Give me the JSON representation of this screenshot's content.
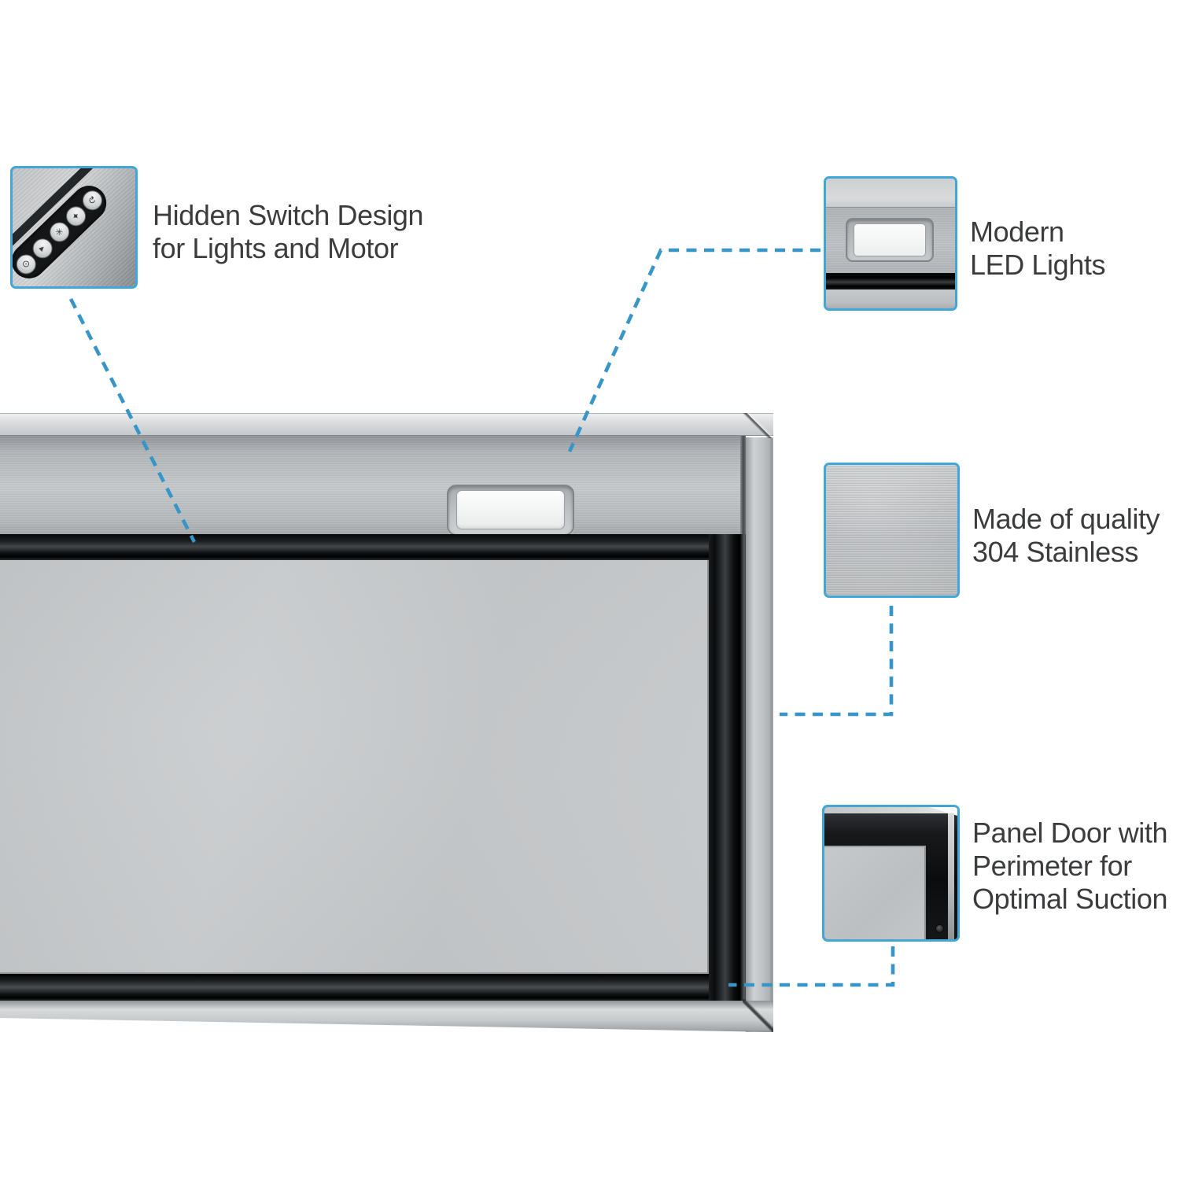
{
  "colors": {
    "page_bg": "#ffffff",
    "accent_line": "#3795c8",
    "inset_border": "#41a7d8",
    "text": "#3b3c3e",
    "stainless_light": "#d6d8d9",
    "stainless_mid": "#bcbfc2",
    "panel_gray": "#c6c9cb",
    "groove_dark": "#101214",
    "lens_white": "#f6f7f6"
  },
  "callouts": [
    {
      "id": "hidden-switch",
      "lines": [
        "Hidden Switch Design",
        "for Lights and Motor"
      ]
    },
    {
      "id": "modern-led",
      "lines": [
        "Modern",
        "LED Lights"
      ]
    },
    {
      "id": "stainless-304",
      "lines": [
        "Made of quality",
        "304 Stainless"
      ]
    },
    {
      "id": "panel-door",
      "lines": [
        "Panel Door with",
        "Perimeter for",
        "Optimal Suction"
      ]
    }
  ],
  "switch_panel": {
    "buttons": [
      {
        "name": "auto",
        "glyph": "↻"
      },
      {
        "name": "fan-high",
        "glyph": "✦"
      },
      {
        "name": "fan-mid",
        "glyph": "✳"
      },
      {
        "name": "fan-low",
        "glyph": "▴"
      },
      {
        "name": "power",
        "glyph": "⊙"
      }
    ]
  }
}
